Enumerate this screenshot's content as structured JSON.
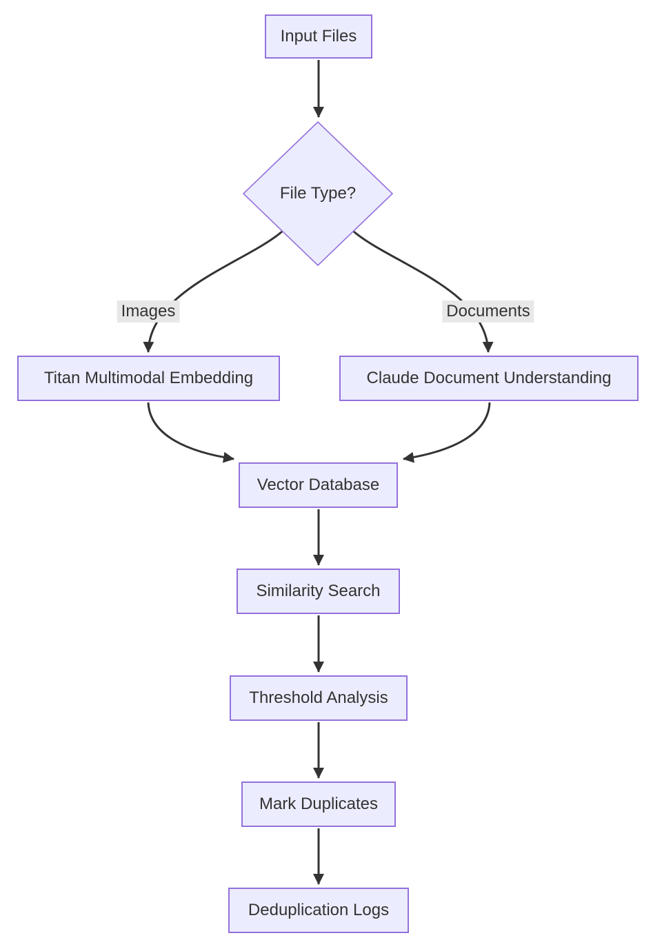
{
  "diagram": {
    "type": "flowchart",
    "direction": "top-down",
    "nodes": {
      "input_files": {
        "label": "Input Files",
        "shape": "rect"
      },
      "file_type": {
        "label": "File Type?",
        "shape": "diamond"
      },
      "titan": {
        "label": "Titan Multimodal Embedding",
        "shape": "rect"
      },
      "claude": {
        "label": "Claude Document Understanding",
        "shape": "rect"
      },
      "vector_db": {
        "label": "Vector Database",
        "shape": "rect"
      },
      "similarity": {
        "label": "Similarity Search",
        "shape": "rect"
      },
      "threshold": {
        "label": "Threshold Analysis",
        "shape": "rect"
      },
      "mark_duplicates": {
        "label": "Mark Duplicates",
        "shape": "rect"
      },
      "dedup_logs": {
        "label": "Deduplication Logs",
        "shape": "rect"
      }
    },
    "edges": [
      {
        "from": "input_files",
        "to": "file_type",
        "label": ""
      },
      {
        "from": "file_type",
        "to": "titan",
        "label": "Images"
      },
      {
        "from": "file_type",
        "to": "claude",
        "label": "Documents"
      },
      {
        "from": "titan",
        "to": "vector_db",
        "label": ""
      },
      {
        "from": "claude",
        "to": "vector_db",
        "label": ""
      },
      {
        "from": "vector_db",
        "to": "similarity",
        "label": ""
      },
      {
        "from": "similarity",
        "to": "threshold",
        "label": ""
      },
      {
        "from": "threshold",
        "to": "mark_duplicates",
        "label": ""
      },
      {
        "from": "mark_duplicates",
        "to": "dedup_logs",
        "label": ""
      }
    ],
    "colors": {
      "node_fill": "#ECECFF",
      "node_border": "#9370DB",
      "edge": "#333333",
      "text": "#333333",
      "edge_label_bg": "#e8e8e8",
      "background": "#ffffff"
    }
  }
}
